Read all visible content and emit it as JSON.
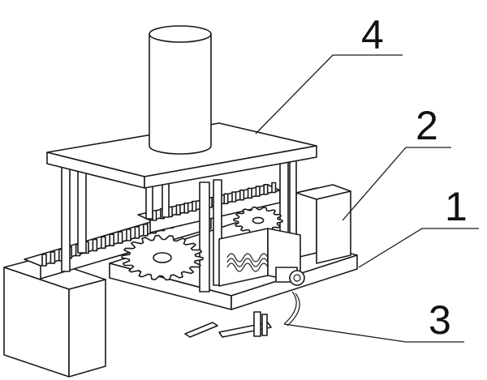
{
  "labels": [
    {
      "id": "4",
      "text": "4"
    },
    {
      "id": "2",
      "text": "2"
    },
    {
      "id": "1",
      "text": "1"
    },
    {
      "id": "3",
      "text": "3"
    }
  ]
}
